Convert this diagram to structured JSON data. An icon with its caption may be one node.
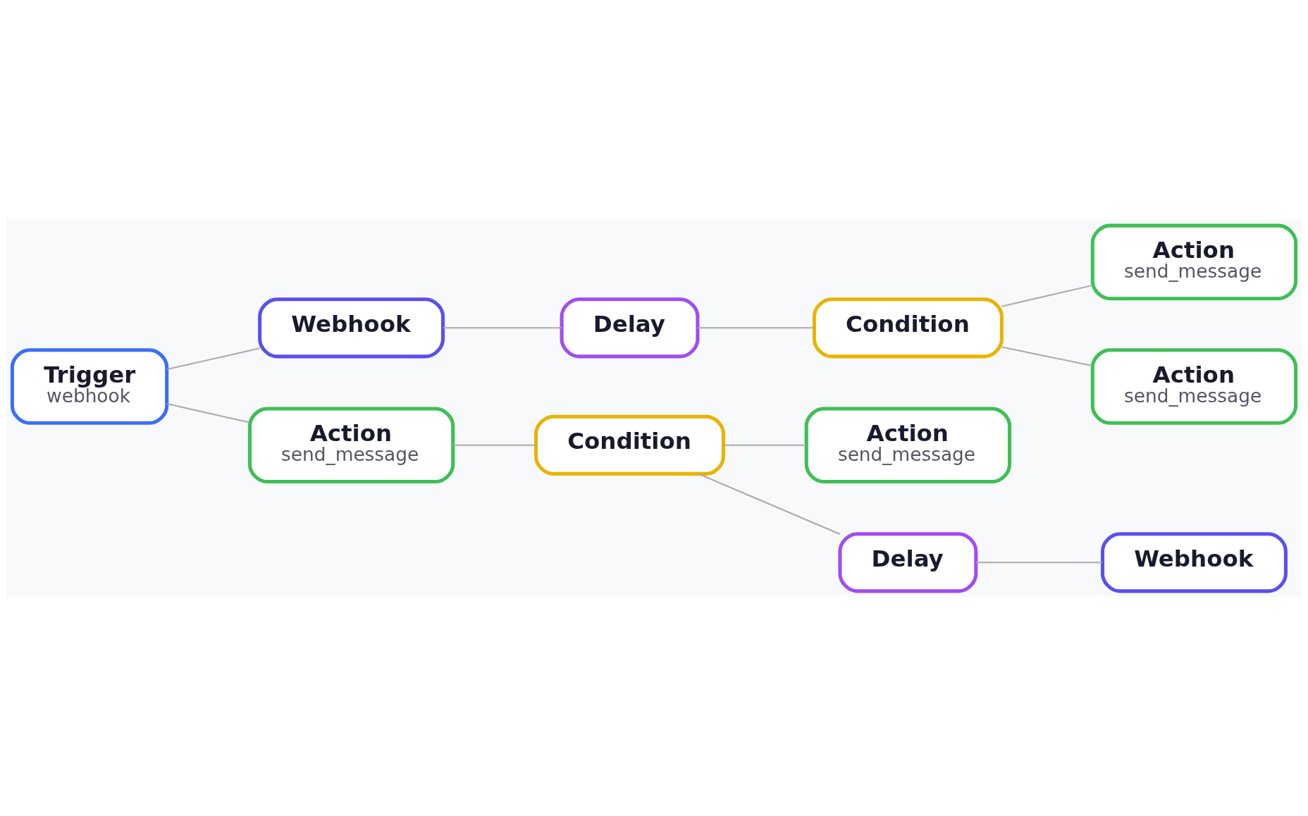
{
  "diagram": {
    "nodes": [
      {
        "text": [
          "Trigger",
          "webhook"
        ]
      },
      {
        "text": [
          "Webhook"
        ]
      },
      {
        "text": [
          "Delay"
        ]
      },
      {
        "text": [
          "Condition"
        ]
      },
      {
        "text": [
          "Action",
          "send_message"
        ]
      },
      {
        "text": [
          "Action",
          "send_message"
        ]
      },
      {
        "text": [
          "Action",
          "send_message"
        ]
      },
      {
        "text": [
          "Condition"
        ]
      },
      {
        "text": [
          "Action",
          "send_message"
        ]
      },
      {
        "text": [
          "Delay"
        ]
      },
      {
        "text": [
          "Webhook"
        ]
      }
    ],
    "edges": [
      {
        "from": 0,
        "to": 1,
        "arrow": "none"
      },
      {
        "from": 0,
        "to": 6,
        "arrow": "none"
      },
      {
        "from": 1,
        "to": 2,
        "arrow": "none"
      },
      {
        "from": 2,
        "to": 3,
        "arrow": "none"
      },
      {
        "from": 3,
        "to": 4,
        "arrow": "none"
      },
      {
        "from": 3,
        "to": 5,
        "arrow": "none"
      },
      {
        "from": 6,
        "to": 7,
        "arrow": "none"
      },
      {
        "from": 7,
        "to": 8,
        "arrow": "none"
      },
      {
        "from": 7,
        "to": 9,
        "arrow": "none"
      },
      {
        "from": 9,
        "to": 10,
        "arrow": "none"
      }
    ]
  }
}
